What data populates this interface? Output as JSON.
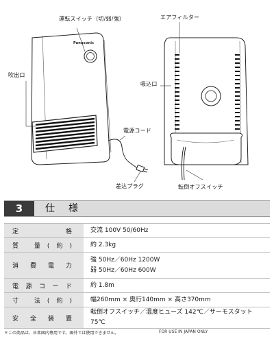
{
  "labels": {
    "switch": "運転スイッチ（切/弱/強）",
    "outlet": "吹出口",
    "cord": "電源コード",
    "plug": "差込プラグ",
    "filter": "エアフィルター",
    "intake": "吸込口",
    "tipover": "転倒オフスイッチ"
  },
  "heater": {
    "brand": "Panasonic"
  },
  "section": {
    "number": "3",
    "title": [
      "仕",
      "様"
    ]
  },
  "spec": [
    {
      "key": "定　　格",
      "values": [
        "交流 100V 50/60Hz"
      ]
    },
    {
      "key": "質 量(約)",
      "values": [
        "約 2.3kg"
      ]
    },
    {
      "key": "消費電力",
      "values": [
        "強 50Hz／60Hz 1200W",
        "弱 50Hz／60Hz 600W"
      ]
    },
    {
      "key": "電源コード",
      "values": [
        "約 1.8m"
      ]
    },
    {
      "key": "寸 法(約)",
      "values": [
        "幅260mm × 奥行140mm × 高さ370mm"
      ]
    },
    {
      "key": "安全装置",
      "values": [
        "転倒オフスイッチ／温度ヒューズ 142℃／サーモスタット75℃"
      ]
    }
  ],
  "footnote": {
    "jp": "＊この商品は、日本国内専用です。国外では使用できません。",
    "en": "FOR USE IN JAPAN ONLY"
  }
}
